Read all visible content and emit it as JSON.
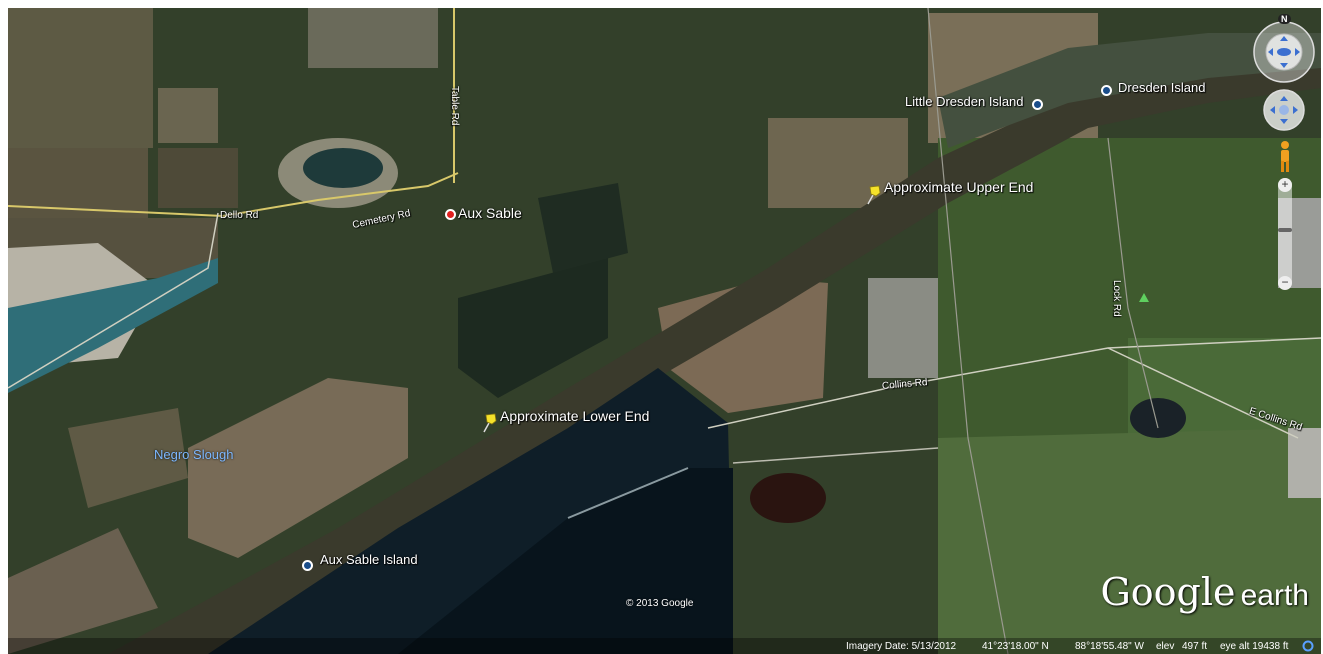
{
  "app": {
    "name": "Google Earth"
  },
  "places": {
    "aux_sable": "Aux Sable",
    "little_dresden_island": "Little Dresden Island",
    "dresden_island": "Dresden Island",
    "aux_sable_island": "Aux Sable Island",
    "negro_slough": "Negro Slough"
  },
  "markers": {
    "upper_end": "Approximate Upper End",
    "lower_end": "Approximate Lower End"
  },
  "roads": {
    "dello_rd": "Dello Rd",
    "cemetery_rd": "Cemetery Rd",
    "table_rd": "Table Rd",
    "collins_rd": "Collins Rd",
    "e_collins_rd": "E Collins Rd",
    "lock_rd": "Lock Rd"
  },
  "copyright": "© 2013 Google",
  "logo": {
    "google": "Google",
    "earth": "earth"
  },
  "status": {
    "imagery_date": "Imagery Date: 5/13/2012",
    "lat": "41°23'18.00\" N",
    "lon": "88°18'55.48\" W",
    "elev_label": "elev",
    "elev_value": "497 ft",
    "eye_alt": "eye alt  19438 ft"
  },
  "nav": {
    "north": "N",
    "zoom_in": "+",
    "zoom_out": "−"
  },
  "colors": {
    "river": "#3a3a2a",
    "water": "#0d1a22",
    "field": "#6b5f4a",
    "forest": "#243218"
  }
}
